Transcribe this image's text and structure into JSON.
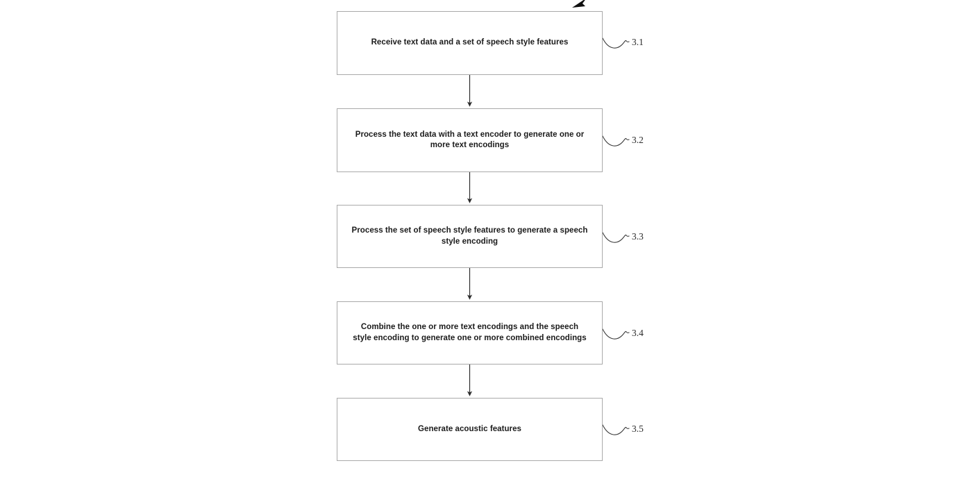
{
  "figure": {
    "type": "flowchart",
    "orientation": "vertical",
    "background_color": "#ffffff",
    "box_border_color": "#a9a9a9",
    "text_color": "#1b1b1b",
    "connector_color": "#2b2b2b",
    "steps": [
      {
        "id": "3.1",
        "text": "Receive text data and a set of speech style features",
        "ref": "3.1"
      },
      {
        "id": "3.2",
        "text": "Process the text data with a text encoder to generate one or more text encodings",
        "ref": "3.2"
      },
      {
        "id": "3.3",
        "text": "Process the set of speech style features to generate a speech style encoding",
        "ref": "3.3"
      },
      {
        "id": "3.4",
        "text": "Combine the one or more text encodings and the speech style encoding to generate one or more combined encodings",
        "ref": "3.4"
      },
      {
        "id": "3.5",
        "text": "Generate acoustic features",
        "ref": "3.5"
      }
    ],
    "connectors": [
      {
        "from": "3.1",
        "to": "3.2",
        "style": "arrow-down"
      },
      {
        "from": "3.2",
        "to": "3.3",
        "style": "arrow-down"
      },
      {
        "from": "3.3",
        "to": "3.4",
        "style": "arrow-down"
      },
      {
        "from": "3.4",
        "to": "3.5",
        "style": "arrow-down"
      }
    ],
    "leader_lines": {
      "style": "squiggle",
      "count": 5
    },
    "top_marker": {
      "name": "incoming-arrowhead",
      "description": "small arrowhead pointing up-right, clipped at top edge"
    }
  }
}
